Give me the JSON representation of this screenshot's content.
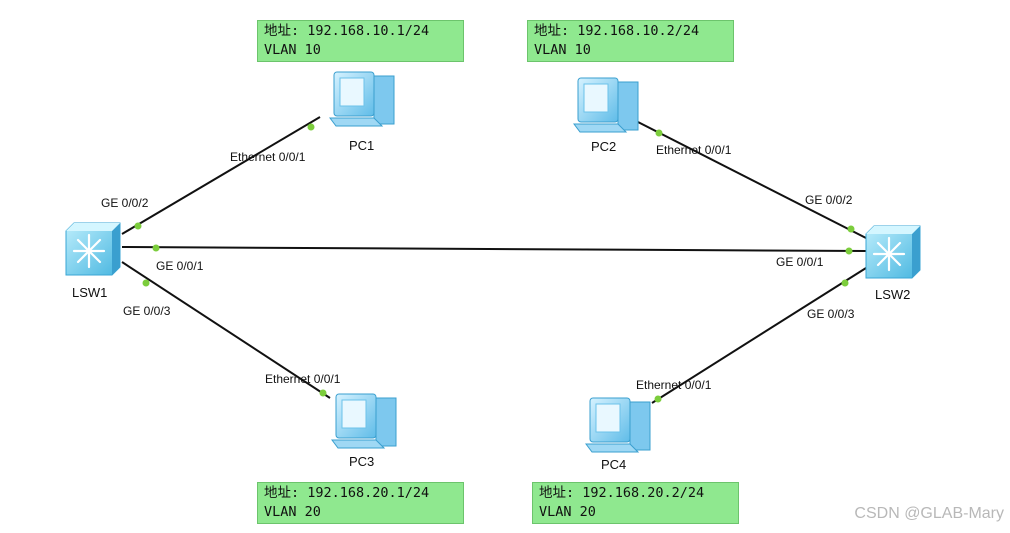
{
  "devices": {
    "lsw1": {
      "label": "LSW1"
    },
    "lsw2": {
      "label": "LSW2"
    },
    "pc1": {
      "label": "PC1"
    },
    "pc2": {
      "label": "PC2"
    },
    "pc3": {
      "label": "PC3"
    },
    "pc4": {
      "label": "PC4"
    }
  },
  "ports": {
    "lsw1_ge002": "GE 0/0/2",
    "lsw1_ge001": "GE 0/0/1",
    "lsw1_ge003": "GE 0/0/3",
    "lsw2_ge002": "GE 0/0/2",
    "lsw2_ge001": "GE 0/0/1",
    "lsw2_ge003": "GE 0/0/3",
    "pc1_eth": "Ethernet 0/0/1",
    "pc2_eth": "Ethernet 0/0/1",
    "pc3_eth": "Ethernet 0/0/1",
    "pc4_eth": "Ethernet 0/0/1"
  },
  "notes": {
    "pc1": {
      "addr": "地址: 192.168.10.1/24",
      "vlan": "VLAN 10"
    },
    "pc2": {
      "addr": "地址: 192.168.10.2/24",
      "vlan": "VLAN 10"
    },
    "pc3": {
      "addr": "地址: 192.168.20.1/24",
      "vlan": "VLAN 20"
    },
    "pc4": {
      "addr": "地址: 192.168.20.2/24",
      "vlan": "VLAN 20"
    }
  },
  "watermark": "CSDN @GLAB-Mary",
  "colors": {
    "note_bg": "#8fe88f",
    "link": "#111111",
    "port_dot": "#7ccd3c",
    "switch": "#7fd4f0",
    "pc": "#8fd3f2"
  }
}
